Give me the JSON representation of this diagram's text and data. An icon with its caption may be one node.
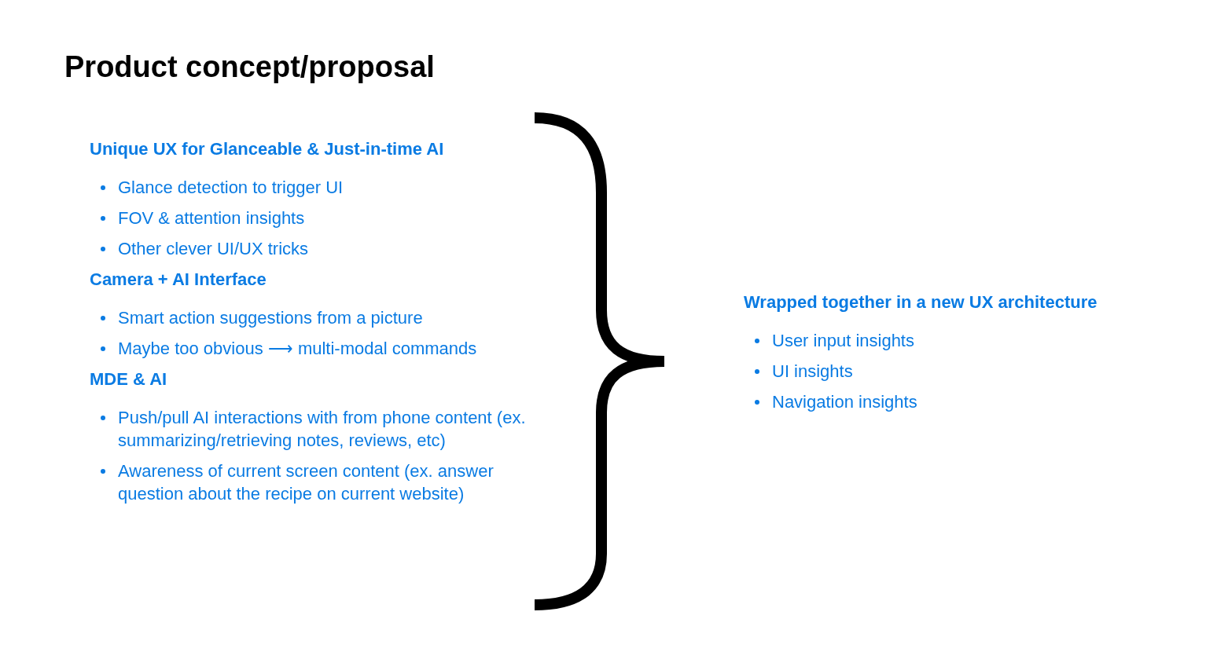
{
  "diagram": {
    "title": "Product concept/proposal",
    "labels": [
      "Unique UX for Glanceable & Just-in-time AI",
      "Glance detection to trigger UI",
      "FOV & attention insights",
      "Other clever UI/UX tricks",
      "Camera + AI Interface",
      "Smart action suggestions from a picture",
      "Maybe too obvious ⟶ multi-modal commands",
      "MDE & AI",
      "Push/pull AI interactions with from phone content (ex. summarizing/retrieving notes, reviews, etc)",
      "Awareness of current screen content (ex. answer question about the recipe on current website)",
      "Wrapped together in a new UX architecture",
      "User input insights",
      "UI insights",
      "Navigation insights"
    ]
  }
}
